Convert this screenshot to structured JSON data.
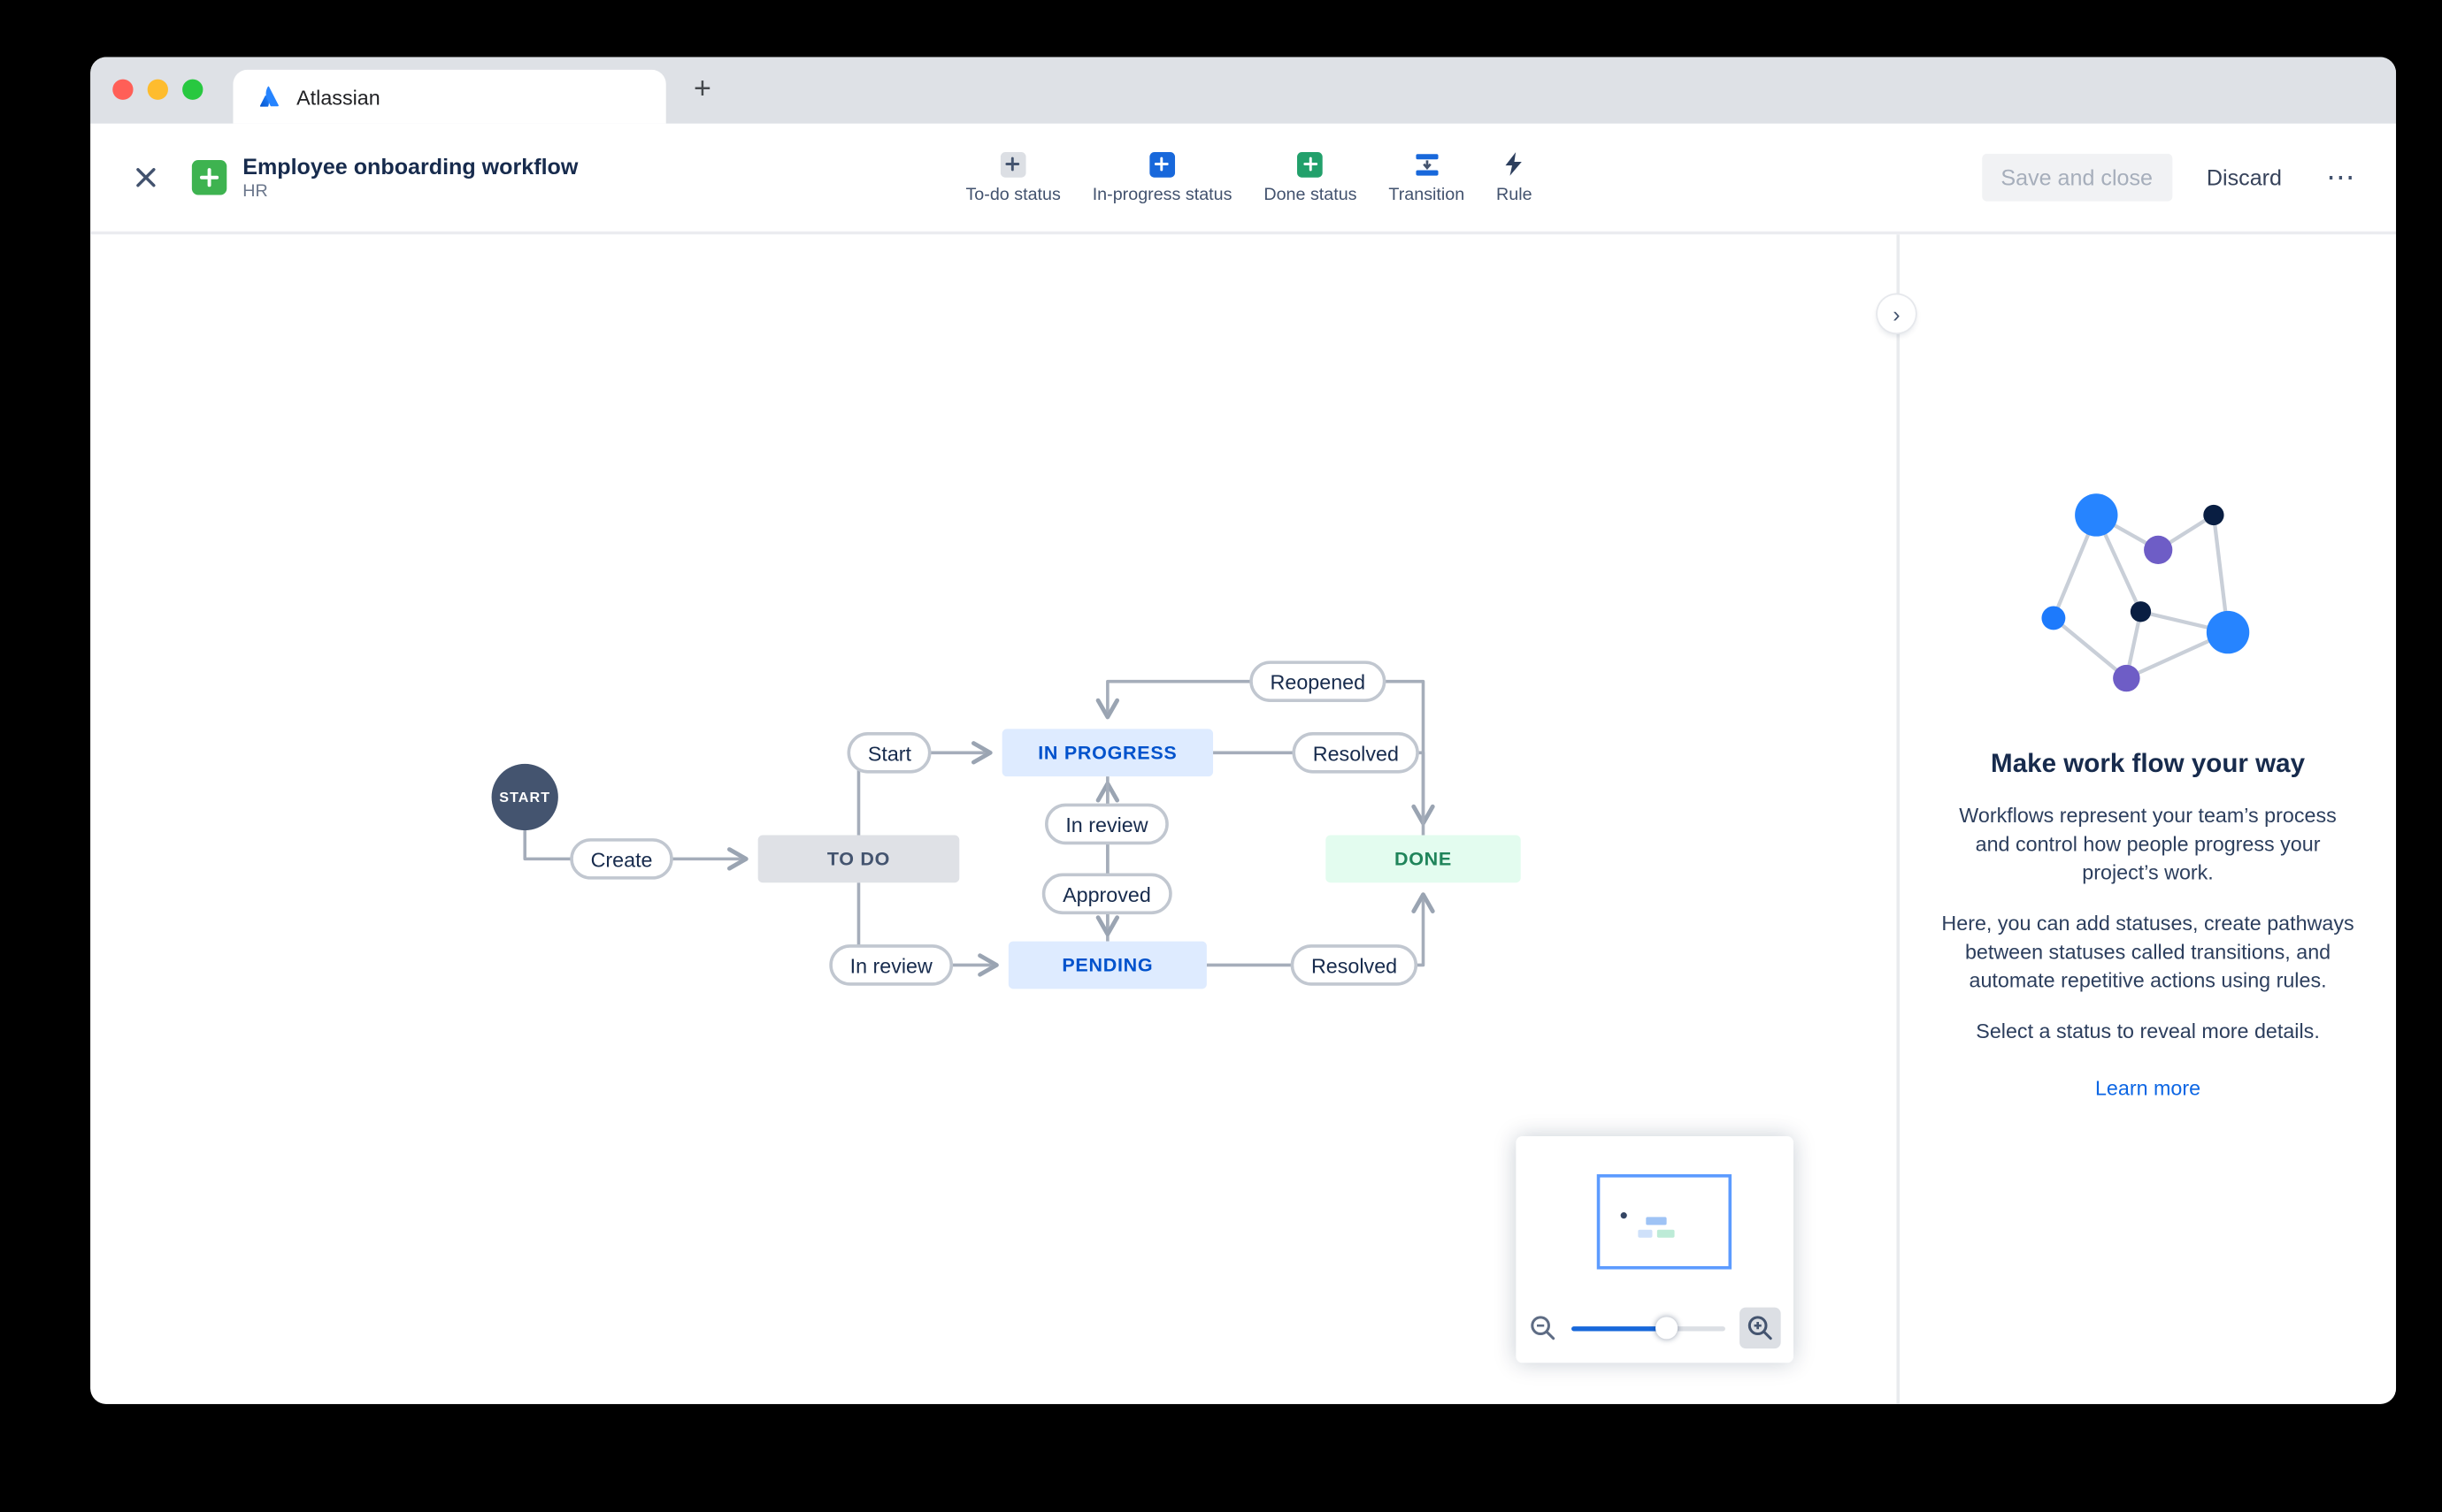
{
  "browser": {
    "tab_title": "Atlassian",
    "new_tab_glyph": "+"
  },
  "header": {
    "title": "Employee onboarding workflow",
    "subtitle": "HR",
    "toolbar": [
      {
        "label": "To-do status",
        "icon": "todo-plus-icon"
      },
      {
        "label": "In-progress status",
        "icon": "inprogress-plus-icon"
      },
      {
        "label": "Done status",
        "icon": "done-plus-icon"
      },
      {
        "label": "Transition",
        "icon": "transition-icon"
      },
      {
        "label": "Rule",
        "icon": "lightning-icon"
      }
    ],
    "actions": {
      "save": "Save and close",
      "discard": "Discard",
      "more_glyph": "⋯"
    }
  },
  "diagram": {
    "start_label": "START",
    "statuses": [
      {
        "label": "TO DO",
        "type": "todo"
      },
      {
        "label": "IN PROGRESS",
        "type": "in-progress"
      },
      {
        "label": "PENDING",
        "type": "in-progress"
      },
      {
        "label": "DONE",
        "type": "done"
      }
    ],
    "transitions": [
      {
        "label": "Create"
      },
      {
        "label": "Start"
      },
      {
        "label": "Reopened"
      },
      {
        "label": "Resolved"
      },
      {
        "label": "In review"
      },
      {
        "label": "Approved"
      },
      {
        "label": "In review"
      },
      {
        "label": "Resolved"
      }
    ]
  },
  "sidebar": {
    "toggle_glyph": "›",
    "heading": "Make work flow your way",
    "paragraphs": [
      "Workflows represent your team’s process and control how people progress your project’s work.",
      "Here, you can add statuses, create pathways between statuses called transitions, and automate repetitive actions using rules.",
      "Select a status to reveal more details."
    ],
    "learn_more": "Learn more"
  },
  "colors": {
    "accent_blue": "#0C66E4",
    "status_todo_bg": "#DFE1E6",
    "status_inprogress_bg": "#DEEBFF",
    "status_inprogress_text": "#0052CC",
    "status_done_bg": "#E3FCEF",
    "status_done_text": "#1F845A",
    "start_node_bg": "#44546F",
    "workflow_icon_green": "#3EB350",
    "edge_gray": "#A5ADBA"
  }
}
